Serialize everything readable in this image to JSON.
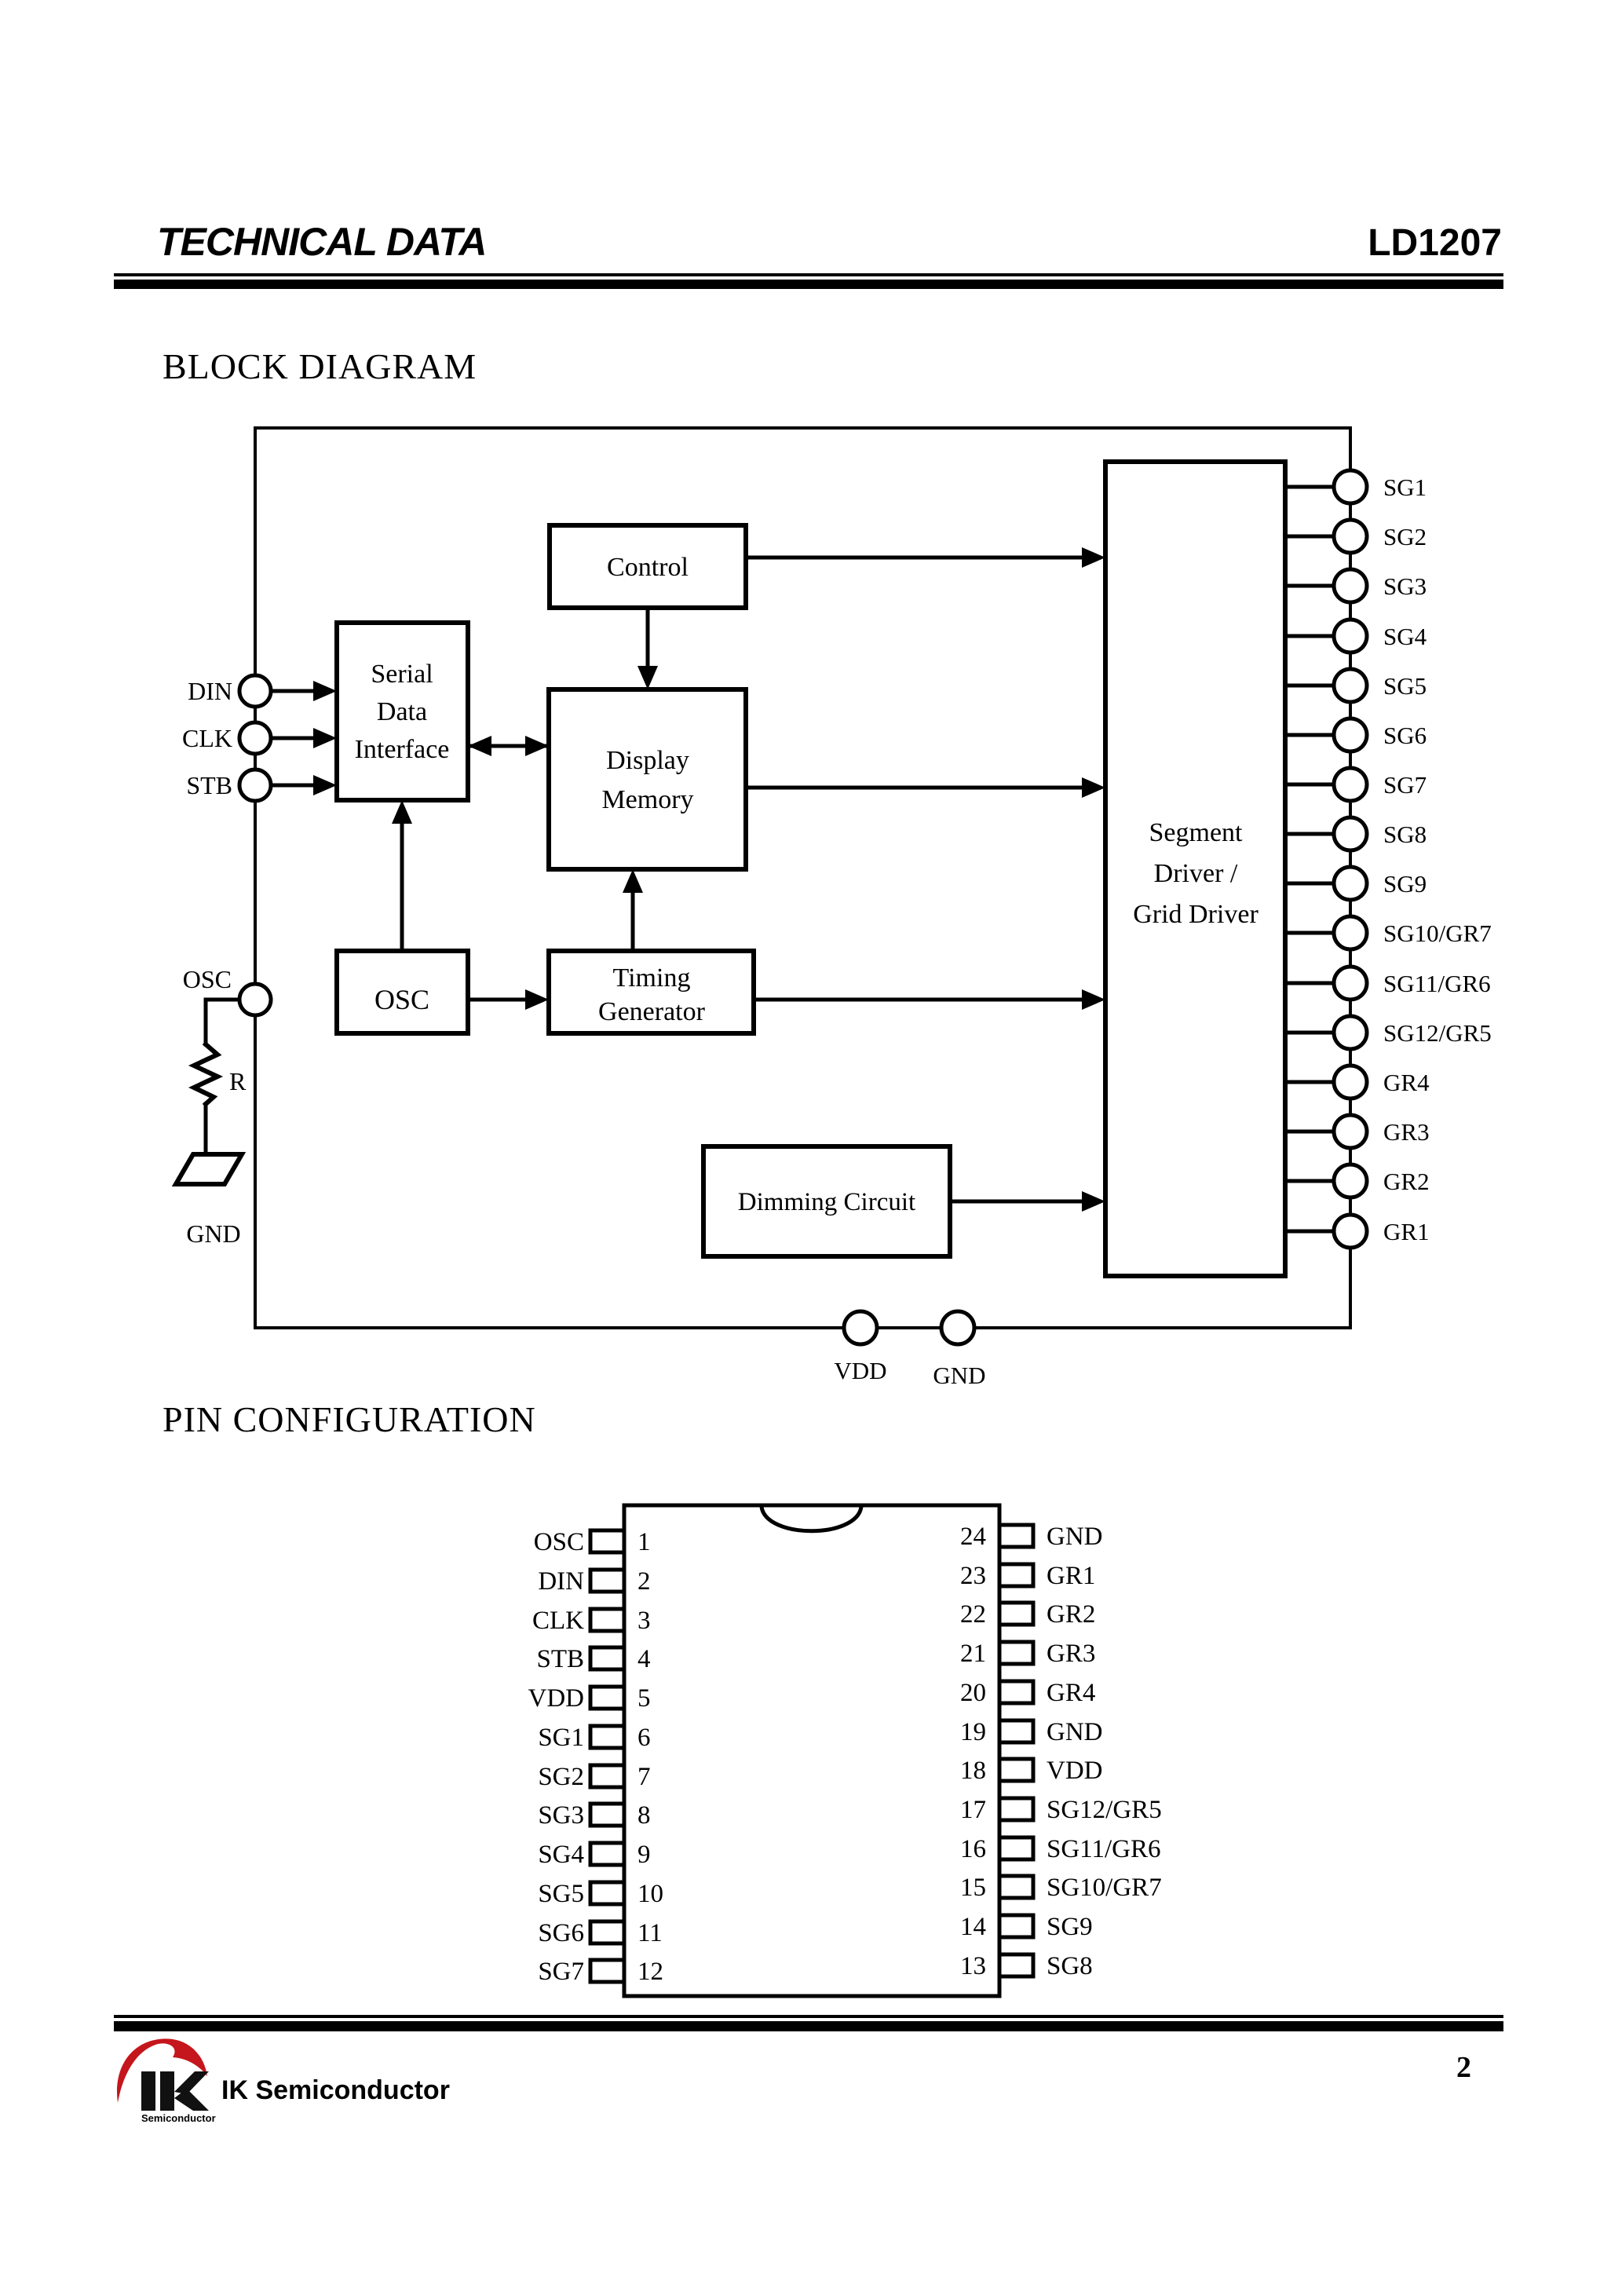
{
  "header": {
    "doc_type": "TECHNICAL DATA",
    "part_number": "LD1207"
  },
  "block_diagram": {
    "title": "BLOCK DIAGRAM",
    "inputs": {
      "din": "DIN",
      "clk": "CLK",
      "stb": "STB",
      "osc": "OSC"
    },
    "resistor": "R",
    "ground": "GND",
    "blocks": {
      "control": "Control",
      "serial_data_interface": [
        "Serial",
        "Data",
        "Interface"
      ],
      "display_memory": [
        "Display",
        "Memory"
      ],
      "osc": "OSC",
      "timing_generator": [
        "Timing",
        "Generator"
      ],
      "dimming_circuit": "Dimming Circuit",
      "segment_driver": [
        "Segment",
        "Driver /",
        "Grid Driver"
      ]
    },
    "outputs": [
      "SG1",
      "SG2",
      "SG3",
      "SG4",
      "SG5",
      "SG6",
      "SG7",
      "SG8",
      "SG9",
      "SG10/GR7",
      "SG11/GR6",
      "SG12/GR5",
      "GR4",
      "GR3",
      "GR2",
      "GR1"
    ],
    "power": {
      "vdd": "VDD",
      "gnd": "GND"
    }
  },
  "pin_configuration": {
    "title": "PIN CONFIGURATION",
    "left_pins": [
      {
        "name": "OSC",
        "number": "1"
      },
      {
        "name": "DIN",
        "number": "2"
      },
      {
        "name": "CLK",
        "number": "3"
      },
      {
        "name": "STB",
        "number": "4"
      },
      {
        "name": "VDD",
        "number": "5"
      },
      {
        "name": "SG1",
        "number": "6"
      },
      {
        "name": "SG2",
        "number": "7"
      },
      {
        "name": "SG3",
        "number": "8"
      },
      {
        "name": "SG4",
        "number": "9"
      },
      {
        "name": "SG5",
        "number": "10"
      },
      {
        "name": "SG6",
        "number": "11"
      },
      {
        "name": "SG7",
        "number": "12"
      }
    ],
    "right_pins": [
      {
        "number": "24",
        "name": "GND"
      },
      {
        "number": "23",
        "name": "GR1"
      },
      {
        "number": "22",
        "name": "GR2"
      },
      {
        "number": "21",
        "name": "GR3"
      },
      {
        "number": "20",
        "name": "GR4"
      },
      {
        "number": "19",
        "name": "GND"
      },
      {
        "number": "18",
        "name": "VDD"
      },
      {
        "number": "17",
        "name": "SG12/GR5"
      },
      {
        "number": "16",
        "name": "SG11/GR6"
      },
      {
        "number": "15",
        "name": "SG10/GR7"
      },
      {
        "number": "14",
        "name": "SG9"
      },
      {
        "number": "13",
        "name": "SG8"
      }
    ]
  },
  "footer": {
    "company": "IK Semiconductor",
    "logo_caption": "Semiconductor",
    "page_number": "2"
  },
  "colors": {
    "ink": "#000000",
    "logo_red": "#c4161c",
    "logo_text": "#2b2b2b",
    "paper": "#ffffff"
  }
}
